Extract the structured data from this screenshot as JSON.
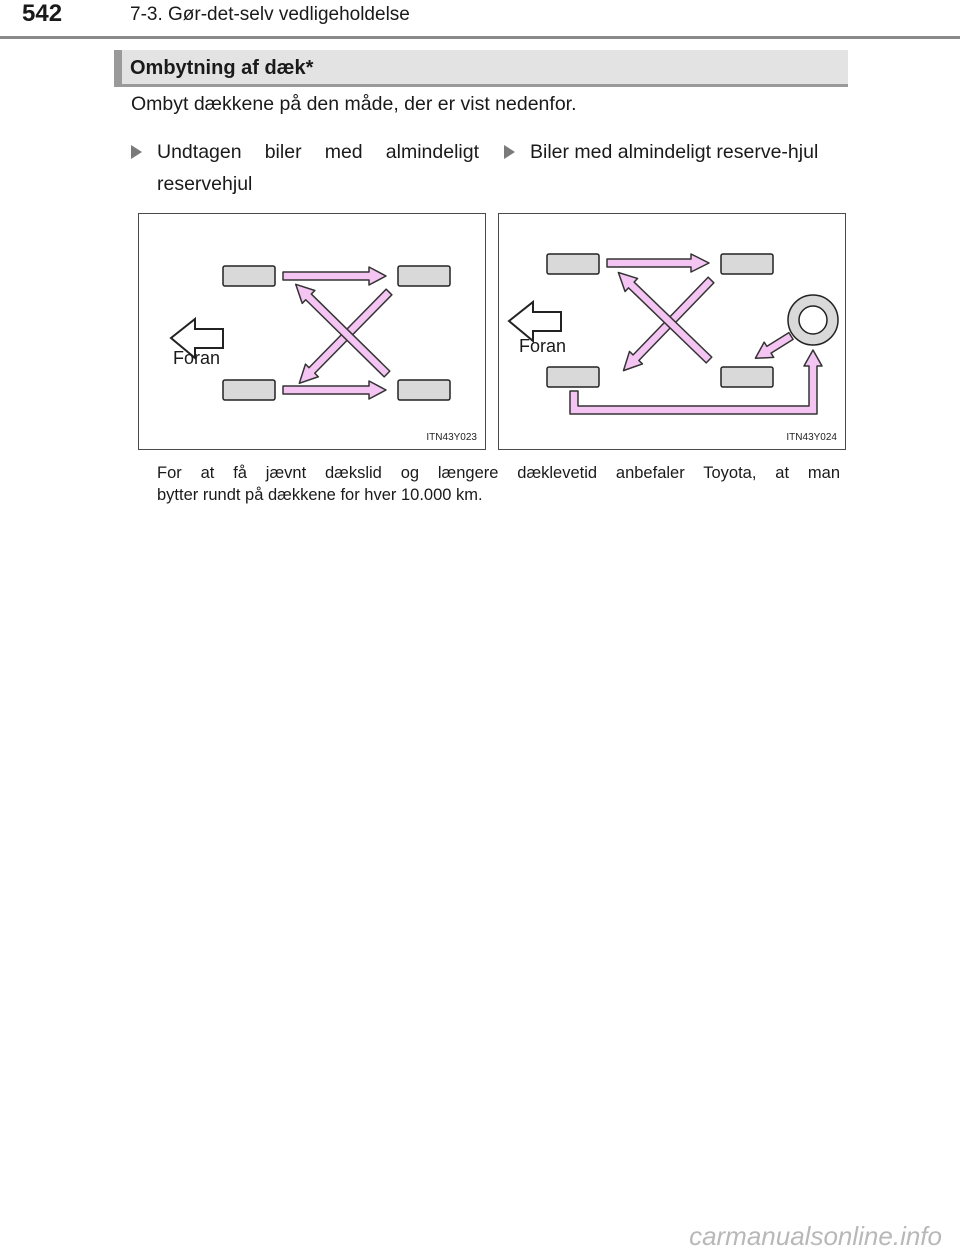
{
  "header": {
    "page_number": "542",
    "chapter": "7-3. Gør-det-selv vedligeholdelse"
  },
  "section": {
    "heading": "Ombytning af dæk*",
    "intro": "Ombyt dækkene på den måde, der er vist nedenfor."
  },
  "figures": [
    {
      "caption": "Undtagen biler med almindeligt reservehjul",
      "label_front": "Foran",
      "code": "ITN43Y023"
    },
    {
      "caption": "Biler med almindeligt reserve-hjul",
      "label_front": "Foran",
      "code": "ITN43Y024"
    }
  ],
  "note": {
    "line1": "For at få jævnt dækslid og længere dæklevetid anbefaler Toyota, at man",
    "line2": "bytter rundt på dækkene for hver 10.000 km."
  },
  "watermark": "carmanualsonline.info",
  "colors": {
    "arrow_fill": "#f4c4f2",
    "arrow_stroke": "#333333",
    "tire_fill": "#d9d9d9",
    "heading_bg": "#e3e3e3"
  }
}
